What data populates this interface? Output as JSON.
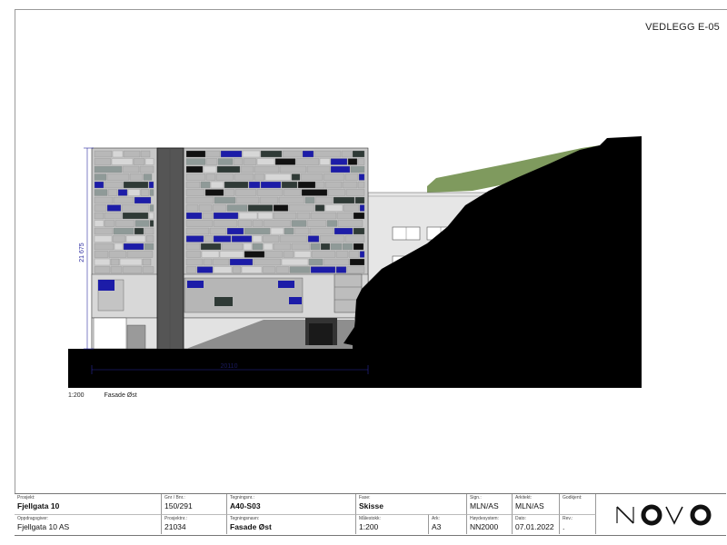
{
  "sheet_label": "VEDLEGG E-05",
  "drawing": {
    "dim_height": "21 675",
    "dim_width": "20110",
    "scale_text": "1:200",
    "view_name": "Fasade Øst"
  },
  "titleblock": {
    "prosjekt_label": "Prosjekt:",
    "prosjekt_value": "Fjellgata 10",
    "gnr_label": "Gnr / Bnr.:",
    "gnr_value": "150/291",
    "tegningsnr_label": "Tegningsnr.:",
    "tegningsnr_value": "A40-S03",
    "fase_label": "Fase:",
    "fase_value": "Skisse",
    "sign_label": "Sign.:",
    "sign_value": "MLN/AS",
    "arkitekt_label": "Arkitekt:",
    "arkitekt_value": "MLN/AS",
    "godkjent_label": "Godkjent:",
    "godkjent_value": "",
    "oppdragsgiver_label": "Oppdragsgiver:",
    "oppdragsgiver_value": "Fjellgata 10 AS",
    "prosjektnr_label": "Prosjektnr.:",
    "prosjektnr_value": "21034",
    "tegningsnavn_label": "Tegningsnavn:",
    "tegningsnavn_value": "Fasade Øst",
    "malestokk_label": "Målestokk:",
    "malestokk_value": "1:200",
    "ark_label": "Ark:",
    "ark_value": "A3",
    "hoydesystem_label": "Høydesystem:",
    "hoydesystem_value": "NN2000",
    "dato_label": "Dato:",
    "dato_value": "07.01.2022",
    "rev_label": "Rev.:",
    "rev_value": ".",
    "logo_text": "NOVO"
  },
  "colors": {
    "blue_window": "#1c1ca8",
    "dark_window": "#2f3a36",
    "panel_gray": "#b8b8b8",
    "rock": "#000000",
    "grass": "#7f9a5e",
    "dimension": "#2a2aa0"
  }
}
